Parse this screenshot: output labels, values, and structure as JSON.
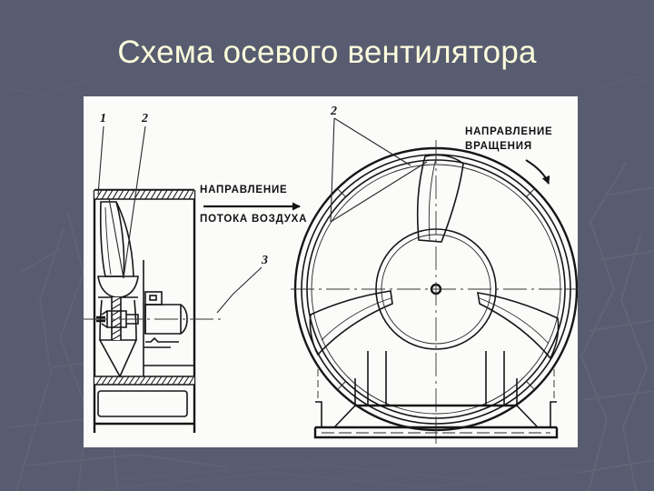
{
  "slide": {
    "title": "Схема осевого вентилятора",
    "background_color": "#585c70",
    "title_color": "#fdfddd"
  },
  "figure": {
    "name": "axial-fan-schematic",
    "background_color": "#fbfbfa",
    "callouts": [
      {
        "id": "callout-1",
        "label": "1",
        "view": "side",
        "refers_to": "blade-tip"
      },
      {
        "id": "callout-2-left",
        "label": "2",
        "view": "side",
        "refers_to": "impeller-blade"
      },
      {
        "id": "callout-3",
        "label": "3",
        "view": "side",
        "refers_to": "electric-motor"
      },
      {
        "id": "callout-2-right",
        "label": "2",
        "view": "front",
        "refers_to": "impeller-blade"
      }
    ],
    "annotations": [
      {
        "id": "airflow-direction",
        "line1": "НАПРАВЛЕНИЕ",
        "line2": "ПОТОКА ВОЗДУХА",
        "arrow": "straight-right"
      },
      {
        "id": "rotation-direction",
        "line1": "НАПРАВЛЕНИЕ",
        "line2": "ВРАЩЕНИЯ",
        "arrow": "curved-clockwise"
      }
    ],
    "views": [
      {
        "id": "side-view",
        "label": "side-section-view"
      },
      {
        "id": "front-view",
        "label": "front-view",
        "blade_count": 3
      }
    ]
  }
}
